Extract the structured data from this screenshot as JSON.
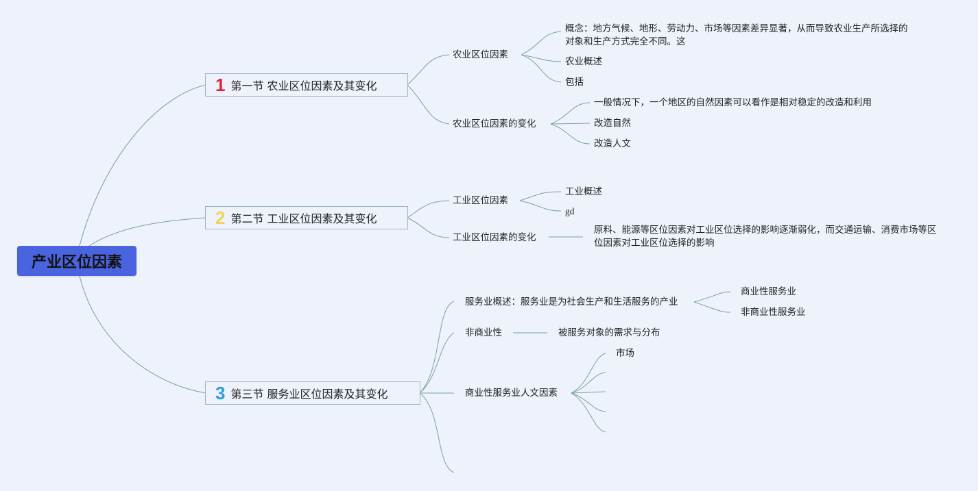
{
  "root": {
    "label": "产业区位因素"
  },
  "sections": [
    {
      "number": "1",
      "number_color": "#e0243a",
      "title": "第一节 农业区位因素及其变化",
      "nodes": [
        {
          "label": "农业区位因素",
          "children": [
            "概念：地方气候、地形、劳动力、市场等因素差异显著，从而导致农业生产所选择的对象和生产方式完全不同。这",
            "农业概述",
            "包括"
          ]
        },
        {
          "label": "农业区位因素的变化",
          "children": [
            "一般情况下，一个地区的自然因素可以看作是相对稳定的改造和利用",
            "改造自然",
            "改造人文"
          ]
        }
      ]
    },
    {
      "number": "2",
      "number_color": "#f2d35a",
      "title": "第二节 工业区位因素及其变化",
      "nodes": [
        {
          "label": "工业区位因素",
          "children": [
            "工业概述",
            "gd"
          ]
        },
        {
          "label": "工业区位因素的变化",
          "children": [
            "原料、能源等区位因素对工业区位选择的影响逐渐弱化，而交通运输、消费市场等区位因素对工业区位选择的影响"
          ]
        }
      ]
    },
    {
      "number": "3",
      "number_color": "#2f9fdc",
      "title": "第三节 服务业区位因素及其变化",
      "nodes": [
        {
          "label": "服务业概述：服务业是为社会生产和生活服务的产业",
          "children": [
            "商业性服务业",
            "非商业性服务业"
          ]
        },
        {
          "label": "非商业性",
          "children": [
            "被服务对象的需求与分布"
          ]
        },
        {
          "label": "商业性服务业人文因素",
          "children": [
            "市场",
            "",
            "",
            "",
            ""
          ]
        },
        {
          "label": "",
          "children": []
        }
      ]
    }
  ],
  "colors": {
    "background": "#eef2fb",
    "root": "#4a63de",
    "line": "#7a9eaa",
    "section_border": "#9fb3c4"
  }
}
